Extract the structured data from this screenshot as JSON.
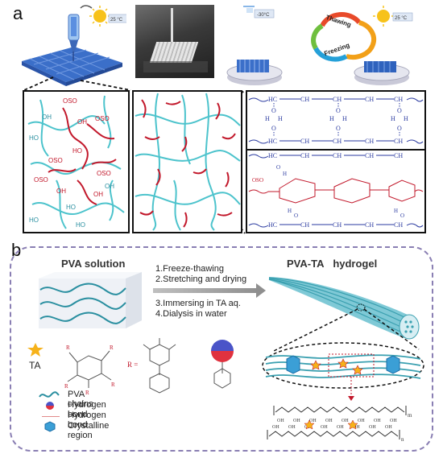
{
  "panel_a": {
    "letter": "a",
    "temp_room": "25 °C",
    "temp_cold": "-30°C",
    "cycle_thawing": "Thawing",
    "cycle_freezing": "Freezing",
    "temp_room_2": "25 °C",
    "box1_labels": {
      "oso3": "OSO",
      "oh": "OH",
      "ho": "HO"
    },
    "box3_top": {
      "hc": "HC",
      "ch2": "CH",
      "ch": "CH",
      "h": "H",
      "o": "O"
    }
  },
  "panel_b": {
    "letter": "b",
    "pva_solution_title": "PVA solution",
    "hydrogel_title_1": "PVA-TA",
    "hydrogel_title_2": "hydrogel",
    "steps": [
      "1.Freeze-thawing",
      "2.Stretching and drying",
      "3.Immersing in TA aq.",
      "4.Dialysis in water"
    ],
    "ta_label": "TA",
    "r_eq": "R =",
    "legend": [
      "PVA chains",
      "Hydrogen bond",
      "Hydrogen bond",
      "Crystalline region"
    ],
    "chain_oh": "OH",
    "chain_m": "m",
    "chain_n": "n"
  },
  "colors": {
    "red": "#c2182b",
    "cyan": "#4cc3cc",
    "navy": "#2a3aa0",
    "frame": "#8a7fb3",
    "blue_cube": "#3b6fc9"
  }
}
